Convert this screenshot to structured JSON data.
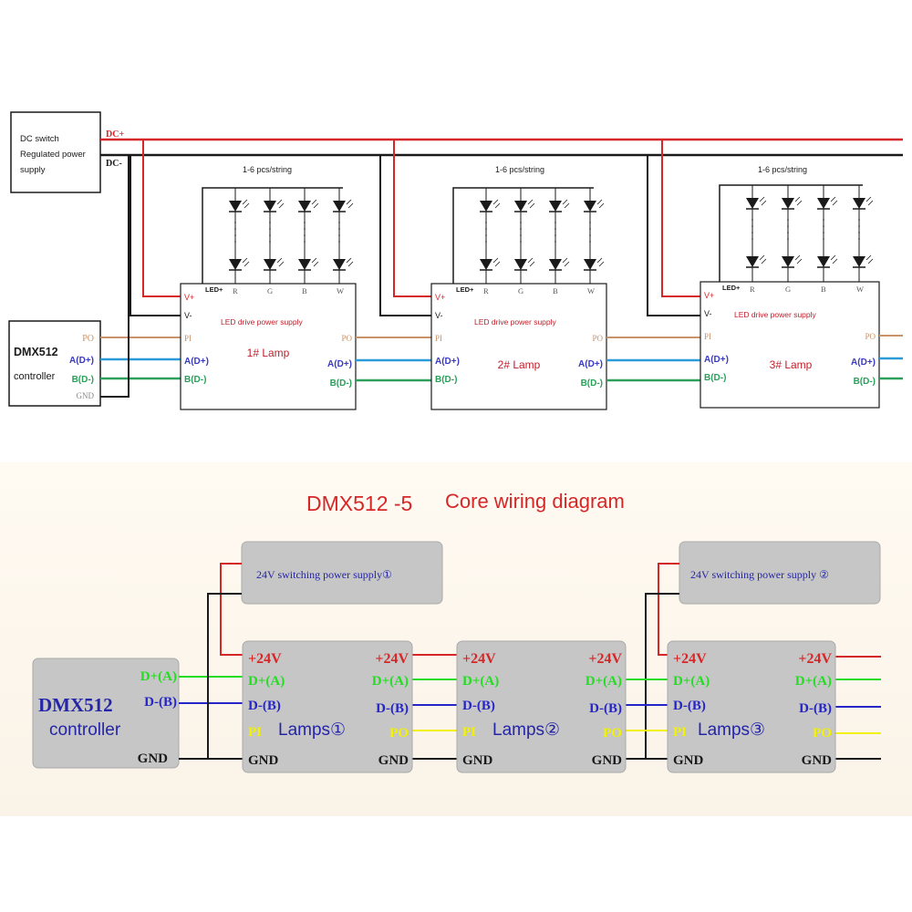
{
  "colors": {
    "red": "#d62728",
    "black": "#1a1a1a",
    "tan": "#c8926a",
    "blue": "#2a9ad8",
    "green": "#2aa05a",
    "navy": "#2525c8",
    "lime": "#22dd22",
    "yellow": "#f2f200",
    "grey_box": "#c6c6c6",
    "panel_bg": "#fcf7f0"
  },
  "top": {
    "psu_lines": [
      "DC switch",
      "Regulated power",
      "supply"
    ],
    "dc_plus": "DC+",
    "dc_minus": "DC-",
    "string_label": "1-6 pcs/string",
    "led_plus": "LED+",
    "rgbw": [
      "R",
      "G",
      "B",
      "W"
    ],
    "vplus": "V+",
    "vminus": "V-",
    "pi": "PI",
    "po": "PO",
    "a": "A(D+)",
    "b": "B(D-)",
    "b_right": "B(D-)",
    "driver_label": "LED drive power supply",
    "controller_title": "DMX512",
    "controller_sub": "controller",
    "controller_pins": [
      "PO",
      "A(D+)",
      "B(D-)",
      "GND"
    ],
    "lamps": [
      "1# Lamp",
      "2# Lamp",
      "3# Lamp"
    ]
  },
  "bottom": {
    "title_a": "DMX512 -5",
    "title_b": "Core wiring diagram",
    "psu_labels": [
      "24V switching power supply①",
      "24V switching power supply ②"
    ],
    "controller_title": "DMX512",
    "controller_sub": "controller",
    "controller_pins": [
      "D+(A)",
      "D-(B)",
      "GND"
    ],
    "pin_24v": "+24V",
    "pin_dplus": "D+(A)",
    "pin_dminus": "D-(B)",
    "pin_pi": "PI",
    "pin_po": "PO",
    "pin_gnd": "GND",
    "lamps": [
      "Lamps①",
      "Lamps②",
      "Lamps③"
    ]
  }
}
